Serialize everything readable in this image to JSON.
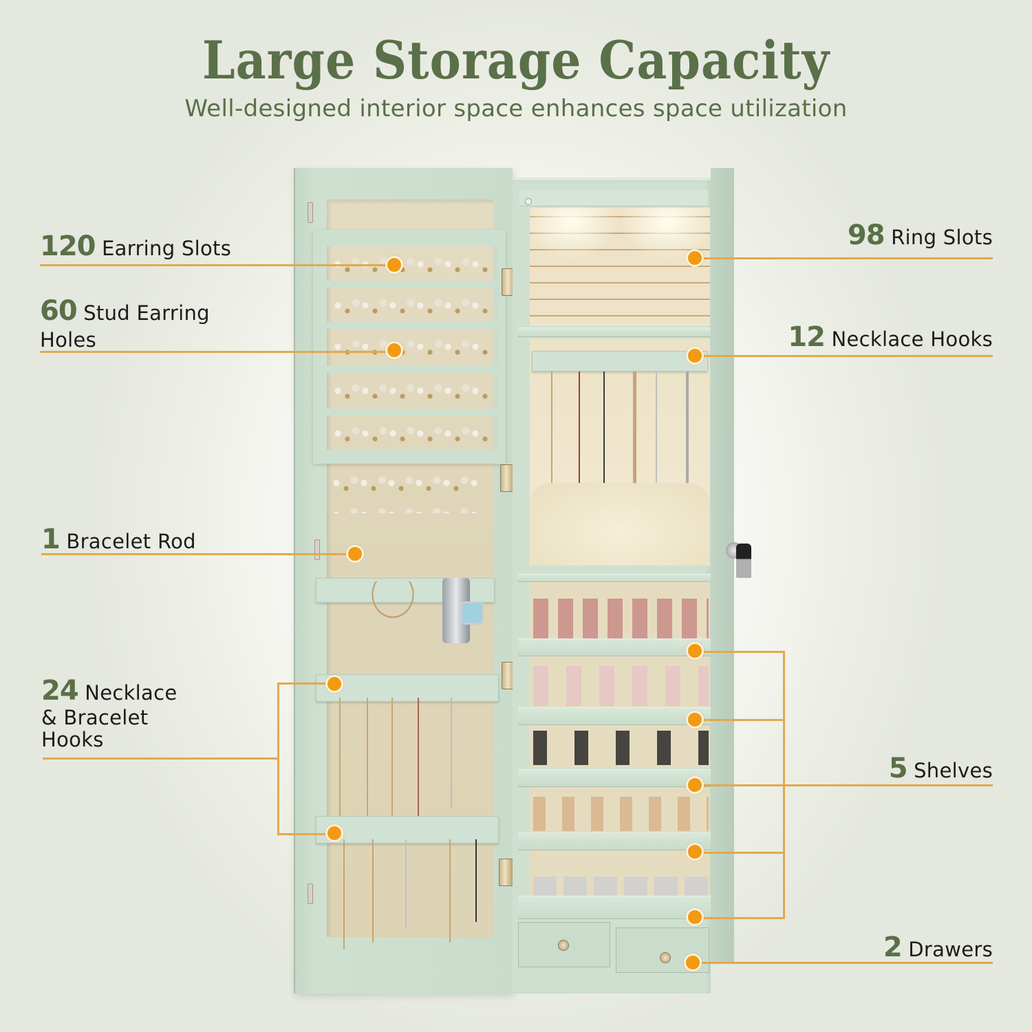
{
  "header": {
    "title": "Large Storage Capacity",
    "subtitle": "Well-designed interior space enhances space utilization"
  },
  "colors": {
    "accent_green": "#5a7048",
    "callout_orange": "#f29a13",
    "callout_line": "#e2a94b",
    "cabinet_mint": "#cfe0d0",
    "interior_beige": "#e5dcc0"
  },
  "features_left": [
    {
      "count": "120",
      "label": "Earring Slots"
    },
    {
      "count": "60",
      "label": "Stud Earring",
      "label_line2": "Holes"
    },
    {
      "count": "1",
      "label": "Bracelet Rod"
    },
    {
      "count": "24",
      "label": "Necklace",
      "label_line2": "& Bracelet",
      "label_line3": "Hooks"
    }
  ],
  "features_right": [
    {
      "count": "98",
      "label": "Ring Slots"
    },
    {
      "count": "12",
      "label": "Necklace Hooks"
    },
    {
      "count": "5",
      "label": "Shelves"
    },
    {
      "count": "2",
      "label": "Drawers"
    }
  ],
  "product": {
    "left_door": [
      "earring-rack",
      "bracelet-rod",
      "necklace-hook-bar-1",
      "necklace-hook-bar-2"
    ],
    "cabinet": [
      "led-lights",
      "ring-slot-area",
      "necklace-hook-bar",
      "storage-pouch",
      "shelf-1",
      "shelf-2",
      "shelf-3",
      "shelf-4",
      "shelf-5",
      "drawer-left",
      "drawer-right",
      "lock-and-key"
    ]
  }
}
